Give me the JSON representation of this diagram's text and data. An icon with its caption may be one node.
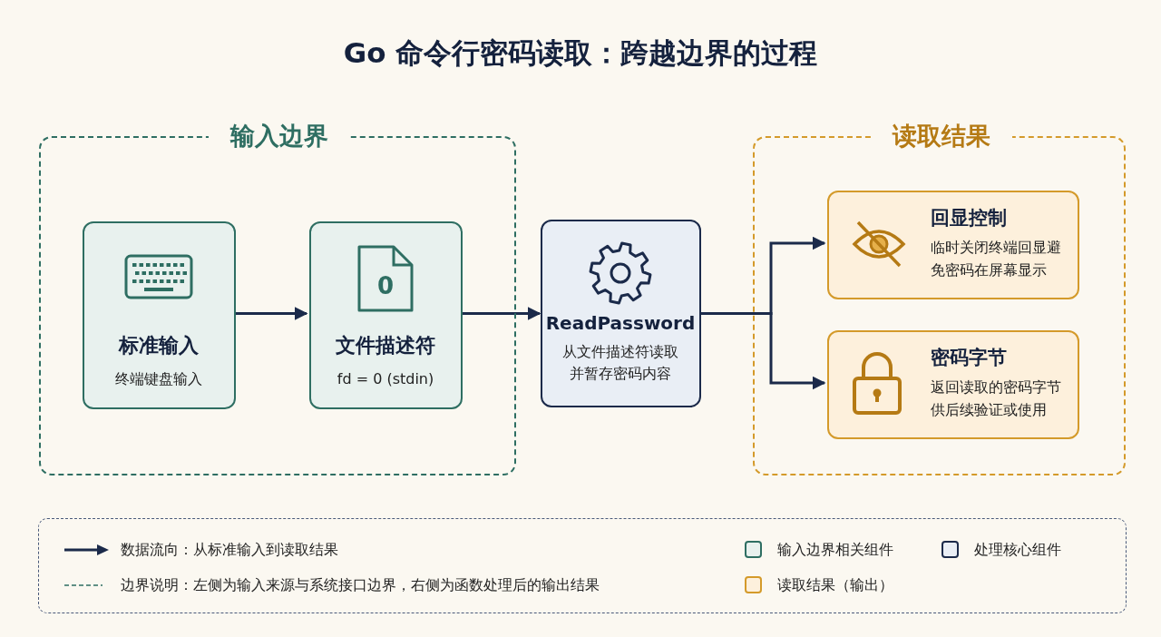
{
  "diagram": {
    "title": "Go 命令行密码读取：跨越边界的过程",
    "nodes": [
      {
        "text": [
          "输入边界"
        ]
      },
      {
        "text": [
          "标准输入",
          "终端键盘输入"
        ],
        "in": 0
      },
      {
        "text": [
          "文件描述符",
          "fd = 0 (stdin)"
        ],
        "in": 0
      },
      {
        "text": [
          "ReadPassword",
          "从文件描述符读取并暂存密码内容"
        ]
      },
      {
        "text": [
          "读取结果"
        ]
      },
      {
        "text": [
          "回显控制",
          "临时关闭终端回显避免密码在屏幕显示"
        ],
        "in": 4
      },
      {
        "text": [
          "密码字节",
          "返回读取的密码字节供后续验证或使用"
        ],
        "in": 4
      }
    ],
    "edges": [
      {
        "from": 1,
        "to": 2,
        "arrow": "to"
      },
      {
        "from": 2,
        "to": 3,
        "arrow": "to"
      },
      {
        "from": 3,
        "to": 5,
        "arrow": "to"
      },
      {
        "from": 3,
        "to": 6,
        "arrow": "to"
      }
    ],
    "labels": [
      "0"
    ],
    "legend": [
      {
        "text": "数据流向：从标准输入到读取结果"
      },
      {
        "text": "输入边界相关组件",
        "color": "#e8f1ee"
      },
      {
        "text": "处理核心组件",
        "color": "#e9eef5"
      },
      {
        "text": "边界说明：左侧为输入来源与系统接口边界，右侧为函数处理后的输出结果"
      },
      {
        "text": "读取结果（输出）",
        "color": "#fdf0dc"
      }
    ]
  }
}
